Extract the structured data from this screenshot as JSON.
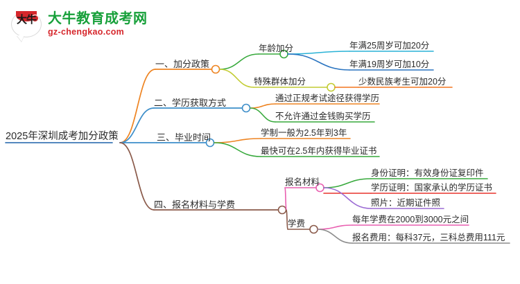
{
  "logo": {
    "mark_text": "大牛",
    "title": "大牛教育成考网",
    "url": "gz-chengkao.com",
    "brand_green": "#17a03a",
    "brand_red": "#d6272c"
  },
  "mindmap": {
    "root": {
      "label": "2025年深圳成考加分政策",
      "color": "#3d78b5"
    },
    "branches": [
      {
        "label": "一、加分政策",
        "color": "#ee8422",
        "children": [
          {
            "label": "年龄加分",
            "color": "#37a93c",
            "children": [
              {
                "label": "年满25周岁可加20分",
                "color": "#29b2d6"
              },
              {
                "label": "年满19周岁可加10分",
                "color": "#2a74c0"
              }
            ]
          },
          {
            "label": "特殊群体加分",
            "color": "#c2cc32",
            "children": [
              {
                "label": "少数民族考生可加20分",
                "color": "#f4771f"
              }
            ]
          }
        ]
      },
      {
        "label": "二、学历获取方式",
        "color": "#3d8ec9",
        "children": [
          {
            "label": "通过正规考试途径获得学历",
            "color": "#ee8422"
          },
          {
            "label": "不允许通过金钱购买学历",
            "color": "#37a93c"
          }
        ]
      },
      {
        "label": "三、毕业时间",
        "color": "#3d8ec9",
        "children": [
          {
            "label": "学制一般为2.5年到3年",
            "color": "#ee8422"
          },
          {
            "label": "最快可在2.5年内获得毕业证书",
            "color": "#37a93c"
          }
        ]
      },
      {
        "label": "四、报名材料与学费",
        "color": "#8a5a4a",
        "children": [
          {
            "label": "报名材料",
            "color": "#e95fb0",
            "children": [
              {
                "label": "身份证明：有效身份证复印件",
                "color": "#37a93c"
              },
              {
                "label": "学历证明：国家承认的学历证书",
                "color": "#e8322c"
              },
              {
                "label": "照片：近期证件照",
                "color": "#9b6bd4"
              }
            ]
          },
          {
            "label": "学费",
            "color": "#8a5a4a",
            "children": [
              {
                "label": "每年学费在2000到3000元之间",
                "color": "#e95fb0"
              },
              {
                "label": "报名费用：每科37元，三科总费用111元",
                "color": "#8c8c8c"
              }
            ]
          }
        ]
      }
    ]
  }
}
